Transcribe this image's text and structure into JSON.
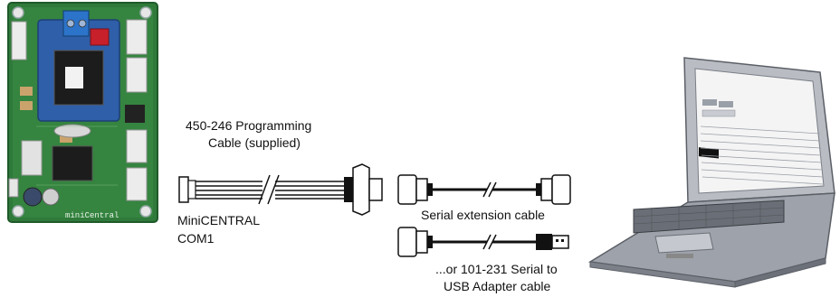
{
  "labels": {
    "programming_cable_line1": "450-246 Programming",
    "programming_cable_line2": "Cable (supplied)",
    "minicentral_line1": "MiniCENTRAL",
    "minicentral_line2": "COM1",
    "serial_extension": "Serial extension cable",
    "usb_adapter_line1": "...or 101-231 Serial to",
    "usb_adapter_line2": "USB Adapter cable"
  },
  "board": {
    "silkscreen_text": "miniCentral"
  },
  "colors": {
    "pcb_green": "#2f7a3a",
    "pcb_dark": "#1f5a2a",
    "daughterboard_blue": "#2f5fa8",
    "terminal_blue": "#2c74c9",
    "relay_red": "#c8202a",
    "connector_white": "#ececec",
    "laptop_body": "#b9bcc3",
    "laptop_dark": "#5b5f66",
    "cable_black": "#111111"
  }
}
